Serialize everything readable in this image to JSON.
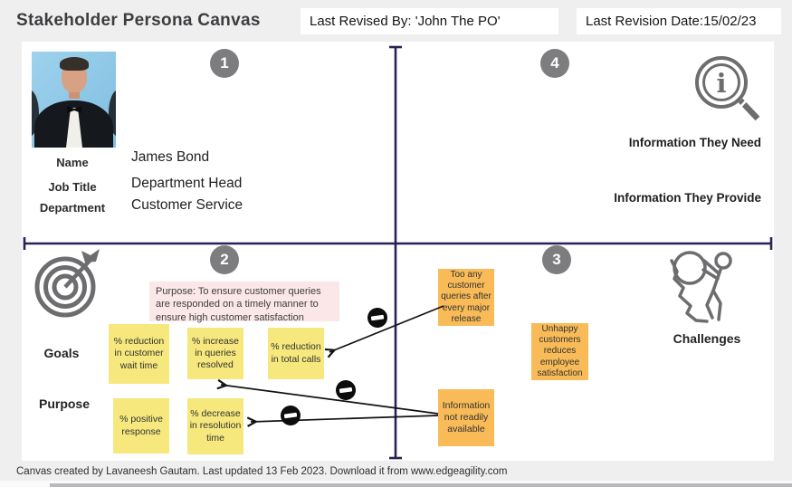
{
  "header": {
    "title": "Stakeholder Persona Canvas",
    "revised_by": "Last Revised By: 'John The PO'",
    "revision_date": "Last Revision Date:15/02/23"
  },
  "persona": {
    "badge": "1",
    "fields": [
      {
        "label": "Name",
        "value": "James Bond"
      },
      {
        "label": "Job Title",
        "value": "Department Head"
      },
      {
        "label": "Department",
        "value": "Customer Service"
      }
    ]
  },
  "information": {
    "badge": "4",
    "need_label": "Information They Need",
    "provide_label": "Information They Provide"
  },
  "goals": {
    "badge": "2",
    "goals_label": "Goals",
    "purpose_label": "Purpose",
    "purpose_note": "Purpose: To ensure customer queries are responded on a timely manner to ensure high customer satisfaction",
    "notes": [
      "% reduction in customer wait time",
      "% increase in queries resolved",
      "% reduction in total calls",
      "% positive response",
      "% decrease in resolution time"
    ]
  },
  "challenges": {
    "badge": "3",
    "label": "Challenges",
    "notes": [
      "Too any customer queries after every major release",
      "Unhappy customers reduces employee satisfaction",
      "Information not readily available"
    ]
  },
  "footer": {
    "credit": "Canvas created by Lavaneesh Gautam. Last updated 13 Feb 2023. Download it from www.edgeagility.com"
  },
  "icons": {
    "magnifier": "info-magnifier-icon",
    "target": "goals-target-icon",
    "boulder": "challenges-boulder-icon",
    "negative": "negative-minus-icon"
  },
  "colors": {
    "axis": "#2b2153",
    "sticky_yellow": "#f6e87d",
    "sticky_orange": "#f8bb58",
    "note_pink": "#fbe6e8",
    "badge_gray": "#7d7d7f",
    "icon_gray": "#6d6d6f"
  }
}
